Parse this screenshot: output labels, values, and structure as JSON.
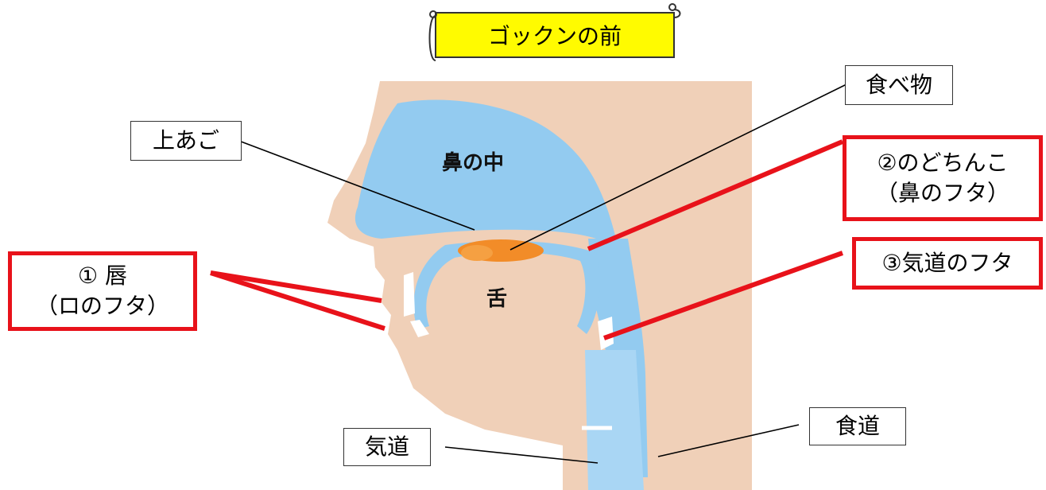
{
  "title": "ゴックンの前",
  "labels": {
    "upper_jaw": "上あご",
    "food": "食べ物",
    "nasal": "鼻の中",
    "tongue": "舌",
    "uvula_line1": "②のどちんこ",
    "uvula_line2": "（鼻のフタ）",
    "lips_line1": "① 唇",
    "lips_line2": "（ロのフタ）",
    "epiglottis": "③気道のフタ",
    "trachea": "気道",
    "esophagus": "食道"
  },
  "colors": {
    "skin": "#f0d0b8",
    "cavity": "#93cbf0",
    "food": "#f28c28",
    "highlight_border": "#e8121a",
    "banner": "#fffb00"
  }
}
